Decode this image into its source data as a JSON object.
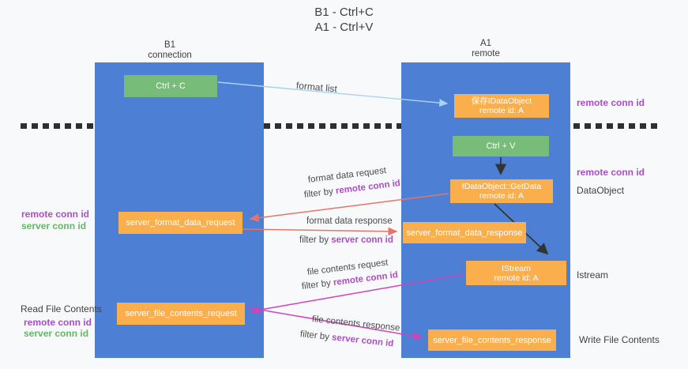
{
  "title": {
    "line1": "B1 - Ctrl+C",
    "line2": "A1 - Ctrl+V"
  },
  "columns": {
    "left": {
      "name": "B1",
      "role": "connection"
    },
    "right": {
      "name": "A1",
      "role": "remote"
    }
  },
  "boxes": {
    "ctrl_c": "Ctrl + C",
    "ctrl_v": "Ctrl + V",
    "save_idataobject": {
      "line1": "保存IDataObject",
      "line2": "remote id: A"
    },
    "getdata": {
      "line1": "IDataObject::GetData",
      "line2": "remote id: A"
    },
    "istream": {
      "line1": "IStream",
      "line2": "remote id: A"
    },
    "server_format_data_request": "server_format_data_request",
    "server_format_data_response": "server_format_data_response",
    "server_file_contents_request": "server_file_contents_request",
    "server_file_contents_response": "server_file_contents_response"
  },
  "flow": {
    "format_list": "format list",
    "format_data_request": "format data request",
    "format_data_response": "format data response",
    "file_contents_request": "file contents request",
    "file_contents_response": "file contents response",
    "filter_by": "filter by ",
    "remote_conn_id": "remote conn id",
    "server_conn_id": "server conn id"
  },
  "side_labels": {
    "left": {
      "remote_conn_id_1": "remote conn id",
      "server_conn_id_1": "server conn id",
      "read_file_contents": "Read File Contents",
      "remote_conn_id_2": "remote conn id",
      "server_conn_id_2": "server conn id"
    },
    "right": {
      "remote_conn_id_1": "remote conn id",
      "remote_conn_id_2": "remote conn id",
      "dataobject": "DataObject",
      "istream": "Istream",
      "write_file_contents": "Write File Contents"
    }
  },
  "colors": {
    "lifeline_blue": "#4d80d4",
    "box_green": "#77bd79",
    "box_orange": "#fbaf4c",
    "arrow_light_blue": "#a8d2f2",
    "arrow_black": "#333333",
    "arrow_salmon": "#e8736b",
    "arrow_magenta": "#cf43bb",
    "label_purple": "#ab4ec6",
    "label_green": "#63b768"
  }
}
